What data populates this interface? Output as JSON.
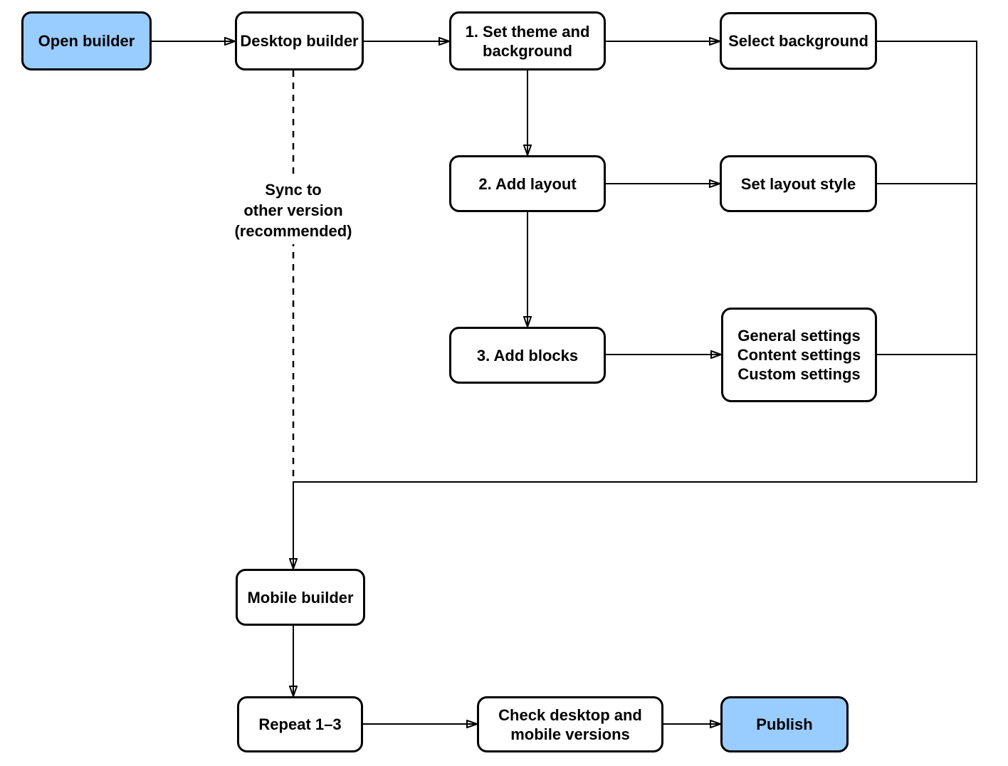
{
  "diagram": {
    "type": "flowchart",
    "colors": {
      "background": "#FFFFFF",
      "stroke": "#000000",
      "default_fill": "#FFFFFF",
      "highlight_fill": "#99CCFF",
      "text": "#000000"
    },
    "nodes": {
      "open_builder": {
        "label": "Open builder",
        "fill": "#99CCFF"
      },
      "desktop_builder": {
        "label": "Desktop builder",
        "fill": "#FFFFFF"
      },
      "set_theme": {
        "label": "1. Set theme and background",
        "fill": "#FFFFFF"
      },
      "select_background": {
        "label": "Select background",
        "fill": "#FFFFFF"
      },
      "add_layout": {
        "label": "2. Add layout",
        "fill": "#FFFFFF"
      },
      "set_layout_style": {
        "label": "Set layout style",
        "fill": "#FFFFFF"
      },
      "add_blocks": {
        "label": "3. Add blocks",
        "fill": "#FFFFFF"
      },
      "block_settings": {
        "lines": [
          "General settings",
          "Content settings",
          "Custom settings"
        ],
        "fill": "#FFFFFF"
      },
      "mobile_builder": {
        "label": "Mobile builder",
        "fill": "#FFFFFF"
      },
      "repeat_steps": {
        "label": "Repeat 1–3",
        "fill": "#FFFFFF"
      },
      "check_versions": {
        "label": "Check desktop and mobile versions",
        "fill": "#FFFFFF"
      },
      "publish": {
        "label": "Publish",
        "fill": "#99CCFF"
      }
    },
    "annotations": {
      "sync_note": "Sync to\nother version\n(recommended)"
    },
    "edges": [
      {
        "from": "open_builder",
        "to": "desktop_builder",
        "style": "arrow"
      },
      {
        "from": "desktop_builder",
        "to": "set_theme",
        "style": "arrow"
      },
      {
        "from": "set_theme",
        "to": "select_background",
        "style": "arrow"
      },
      {
        "from": "set_theme",
        "to": "add_layout",
        "style": "arrow"
      },
      {
        "from": "add_layout",
        "to": "set_layout_style",
        "style": "arrow"
      },
      {
        "from": "add_layout",
        "to": "add_blocks",
        "style": "arrow"
      },
      {
        "from": "add_blocks",
        "to": "block_settings",
        "style": "arrow"
      },
      {
        "from": "select_background",
        "to": "mobile_builder",
        "style": "arrow-trunk"
      },
      {
        "from": "set_layout_style",
        "to": "mobile_builder",
        "style": "merge-into-trunk"
      },
      {
        "from": "block_settings",
        "to": "mobile_builder",
        "style": "merge-into-trunk"
      },
      {
        "from": "desktop_builder",
        "to": "mobile_builder",
        "style": "dashed",
        "label": "Sync to other version (recommended)"
      },
      {
        "from": "mobile_builder",
        "to": "repeat_steps",
        "style": "arrow"
      },
      {
        "from": "repeat_steps",
        "to": "check_versions",
        "style": "arrow"
      },
      {
        "from": "check_versions",
        "to": "publish",
        "style": "arrow"
      }
    ]
  }
}
